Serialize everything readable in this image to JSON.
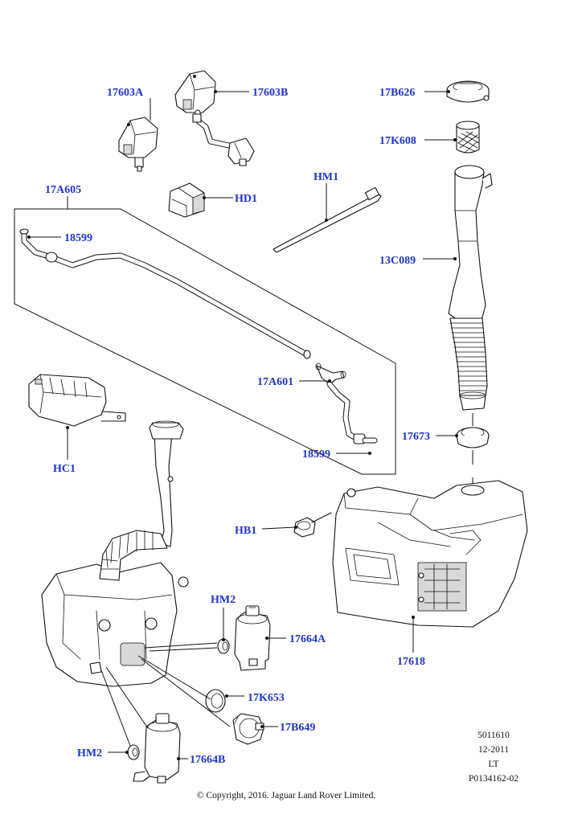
{
  "labels": {
    "l_17603A": "17603A",
    "l_17603B": "17603B",
    "l_17B626": "17B626",
    "l_17K608": "17K608",
    "l_17A605": "17A605",
    "l_HD1": "HD1",
    "l_HM1": "HM1",
    "l_18599a": "18599",
    "l_13C089": "13C089",
    "l_17A601": "17A601",
    "l_HC1": "HC1",
    "l_17673": "17673",
    "l_18599b": "18599",
    "l_HB1": "HB1",
    "l_HM2a": "HM2",
    "l_17664A": "17664A",
    "l_17618": "17618",
    "l_17K653": "17K653",
    "l_17B649": "17B649",
    "l_HM2b": "HM2",
    "l_17664B": "17664B"
  },
  "meta": {
    "number": "5011610",
    "date": "12-2011",
    "code": "LT",
    "ref": "P0134162-02"
  },
  "copyright": "© Copyright, 2016. Jaguar Land Rover Limited.",
  "colors": {
    "label": "#1f35c9",
    "line": "#111111"
  }
}
